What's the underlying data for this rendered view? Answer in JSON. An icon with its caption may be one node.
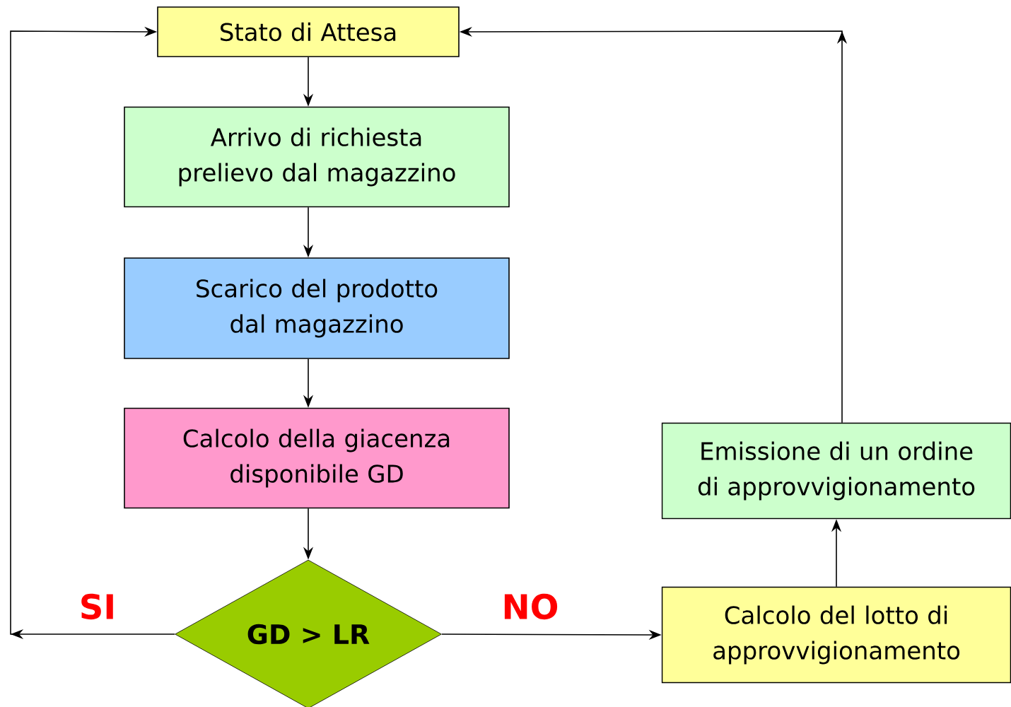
{
  "diagram": {
    "nodes": [
      {
        "text": [
          "Stato di Attesa"
        ]
      },
      {
        "text": [
          "Arrivo di richiesta prelievo dal magazzino"
        ]
      },
      {
        "text": [
          "Scarico del prodotto dal magazzino"
        ]
      },
      {
        "text": [
          "Calcolo della giacenza disponibile GD"
        ]
      },
      {
        "text": [
          "GD > LR"
        ]
      },
      {
        "text": [
          "Emissione di un ordine di approvvigionamento"
        ]
      },
      {
        "text": [
          "Calcolo del lotto di approvvigionamento"
        ]
      }
    ],
    "edges": [
      {
        "from": 0,
        "to": 1,
        "arrow": "to"
      },
      {
        "from": 1,
        "to": 2,
        "arrow": "to"
      },
      {
        "from": 2,
        "to": 3,
        "arrow": "to"
      },
      {
        "from": 3,
        "to": 4,
        "arrow": "to"
      },
      {
        "from": 4,
        "to": 0,
        "arrow": "to",
        "label": "SI"
      },
      {
        "from": 4,
        "to": 6,
        "arrow": "to",
        "label": "NO"
      },
      {
        "from": 6,
        "to": 5,
        "arrow": "to"
      },
      {
        "from": 5,
        "to": 0,
        "arrow": "to"
      }
    ]
  }
}
